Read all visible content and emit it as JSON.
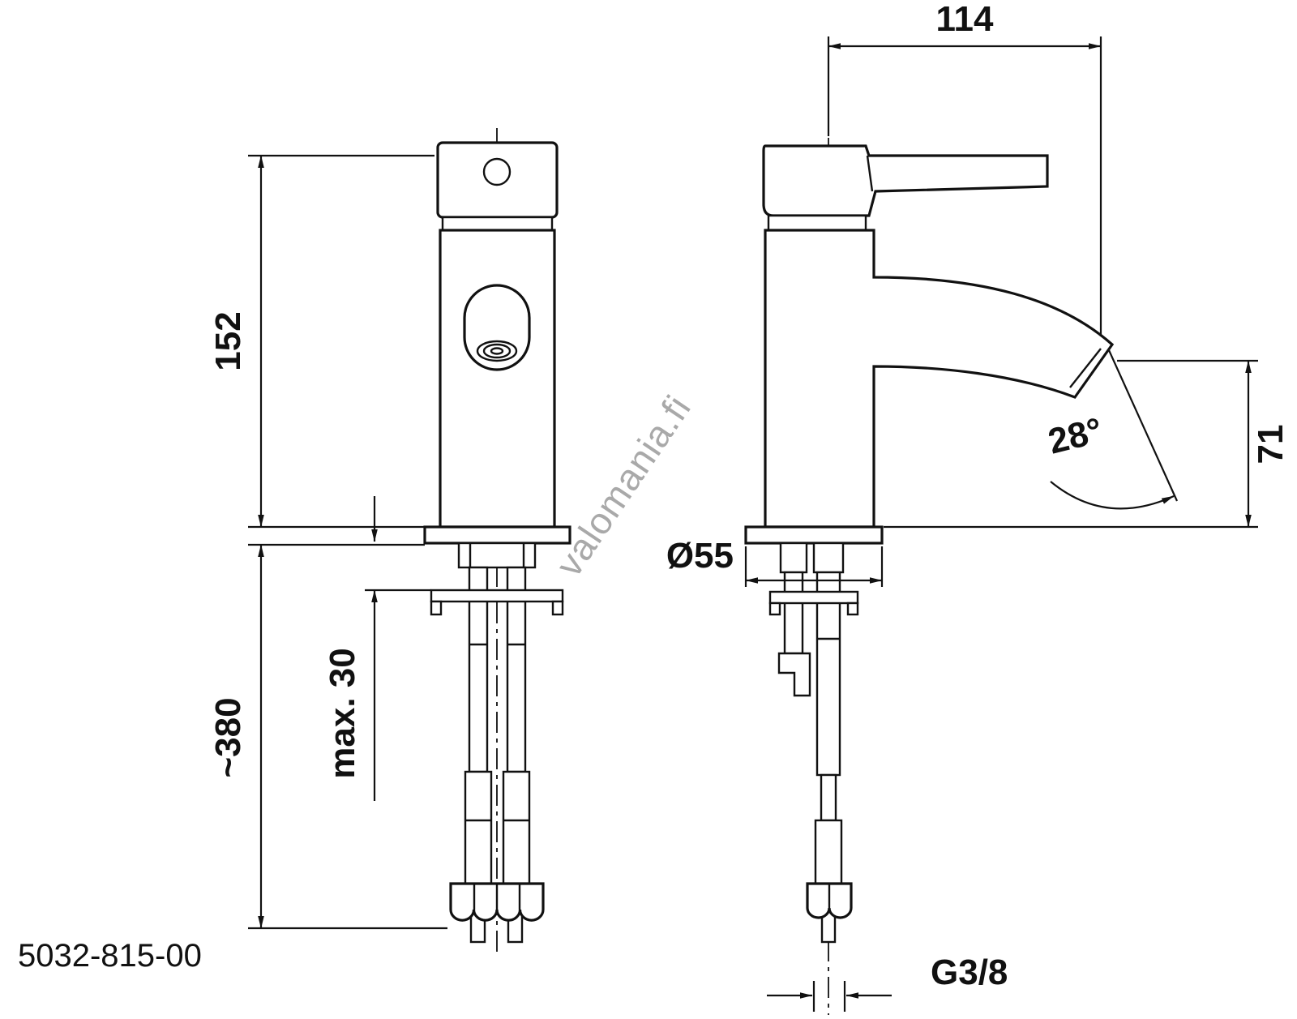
{
  "labels": {
    "product_code": "5032-815-00",
    "watermark": "valomania.fi"
  },
  "dimensions": {
    "spout_reach": "114",
    "height_above_deck": "152",
    "outlet_height": "71",
    "spout_angle": "28°",
    "base_diameter": "Ø55",
    "max_deck_thickness": "max. 30",
    "below_deck_length": "~380",
    "connection_thread": "G3/8"
  }
}
